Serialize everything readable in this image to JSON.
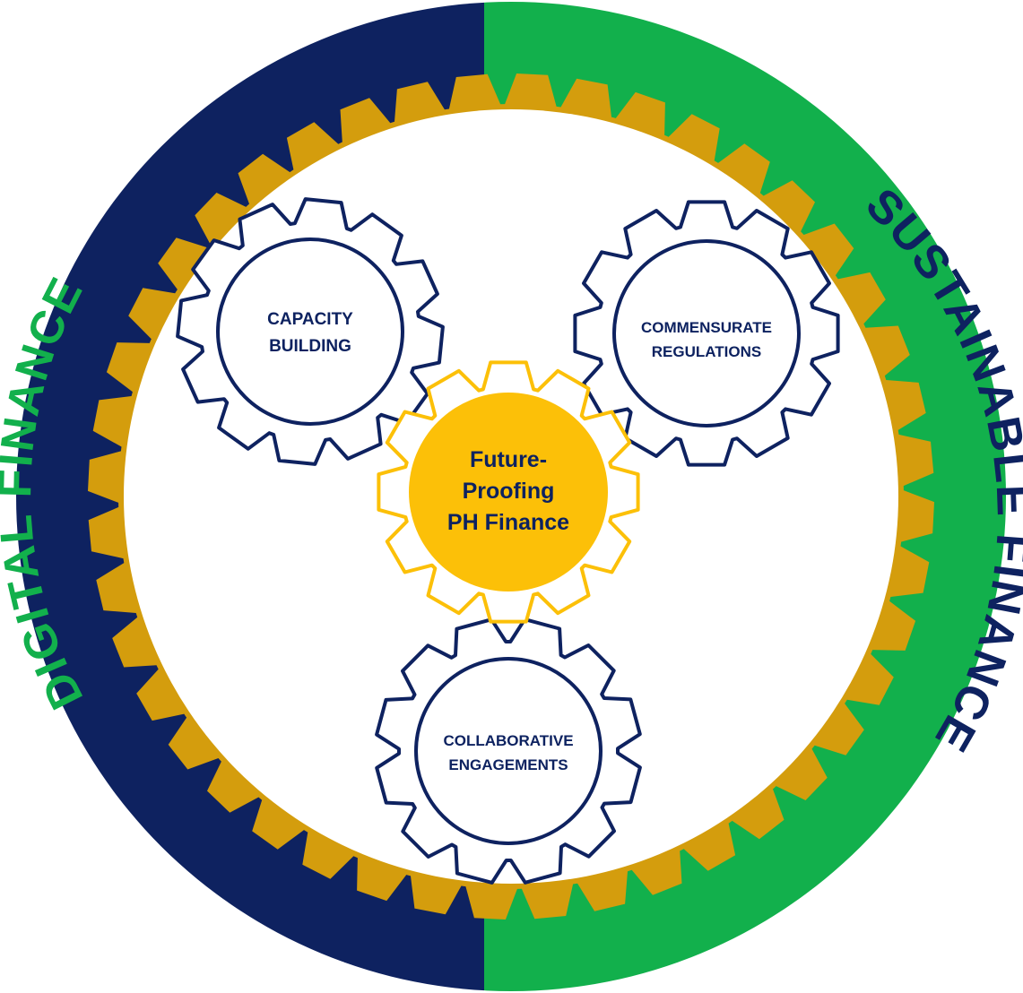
{
  "colors": {
    "navy": "#0e2260",
    "green": "#12b04c",
    "gold": "#d49d0d",
    "yellow": "#fcc008",
    "white": "#ffffff",
    "text_navy": "#0d2260"
  },
  "ring": {
    "left_label": "DIGITAL FINANCE",
    "right_label": "SUSTAINABLE FINANCE"
  },
  "gears": {
    "capacity": {
      "line1": "CAPACITY",
      "line2": "BUILDING",
      "icon": "gear-icon"
    },
    "regulations": {
      "line1": "COMMENSURATE",
      "line2": "REGULATIONS",
      "icon": "gear-icon"
    },
    "engagements": {
      "line1": "COLLABORATIVE",
      "line2": "ENGAGEMENTS",
      "icon": "gear-icon"
    },
    "center": {
      "line1": "Future-",
      "line2": "Proofing",
      "line3": "PH Finance",
      "icon": "gear-icon"
    }
  }
}
